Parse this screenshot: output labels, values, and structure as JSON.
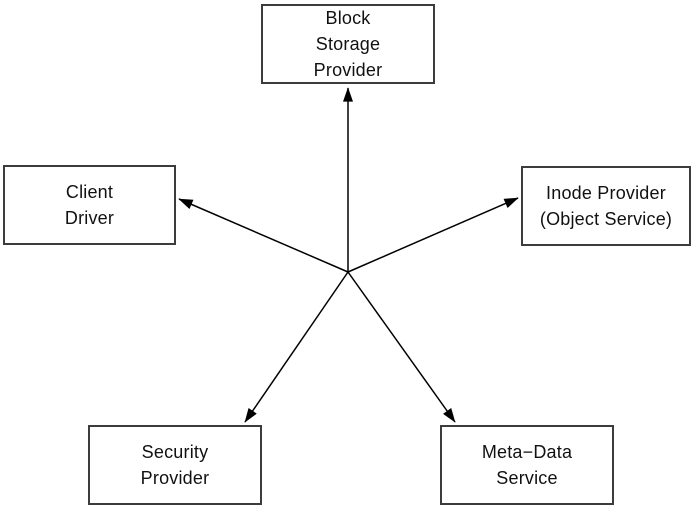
{
  "diagram": {
    "type": "hub-and-spoke",
    "colors": {
      "background": "#ffffff",
      "box_border": "#3c3c3c",
      "arrow": "#000000",
      "text": "#111111"
    },
    "nodes": [
      {
        "id": "block-storage-provider",
        "label": "Block\nStorage\nProvider",
        "position": "top"
      },
      {
        "id": "client-driver",
        "label": "Client\nDriver",
        "position": "left"
      },
      {
        "id": "inode-provider",
        "label": "Inode Provider\n(Object Service)",
        "position": "right"
      },
      {
        "id": "security-provider",
        "label": "Security\nProvider",
        "position": "bottom-left"
      },
      {
        "id": "meta-data-service",
        "label": "Meta−Data\nService",
        "position": "bottom-right"
      }
    ],
    "edges": [
      {
        "from": "center",
        "to": "block-storage-provider",
        "arrowhead": "end"
      },
      {
        "from": "center",
        "to": "client-driver",
        "arrowhead": "end"
      },
      {
        "from": "center",
        "to": "inode-provider",
        "arrowhead": "end"
      },
      {
        "from": "center",
        "to": "security-provider",
        "arrowhead": "end"
      },
      {
        "from": "center",
        "to": "meta-data-service",
        "arrowhead": "end"
      }
    ]
  }
}
